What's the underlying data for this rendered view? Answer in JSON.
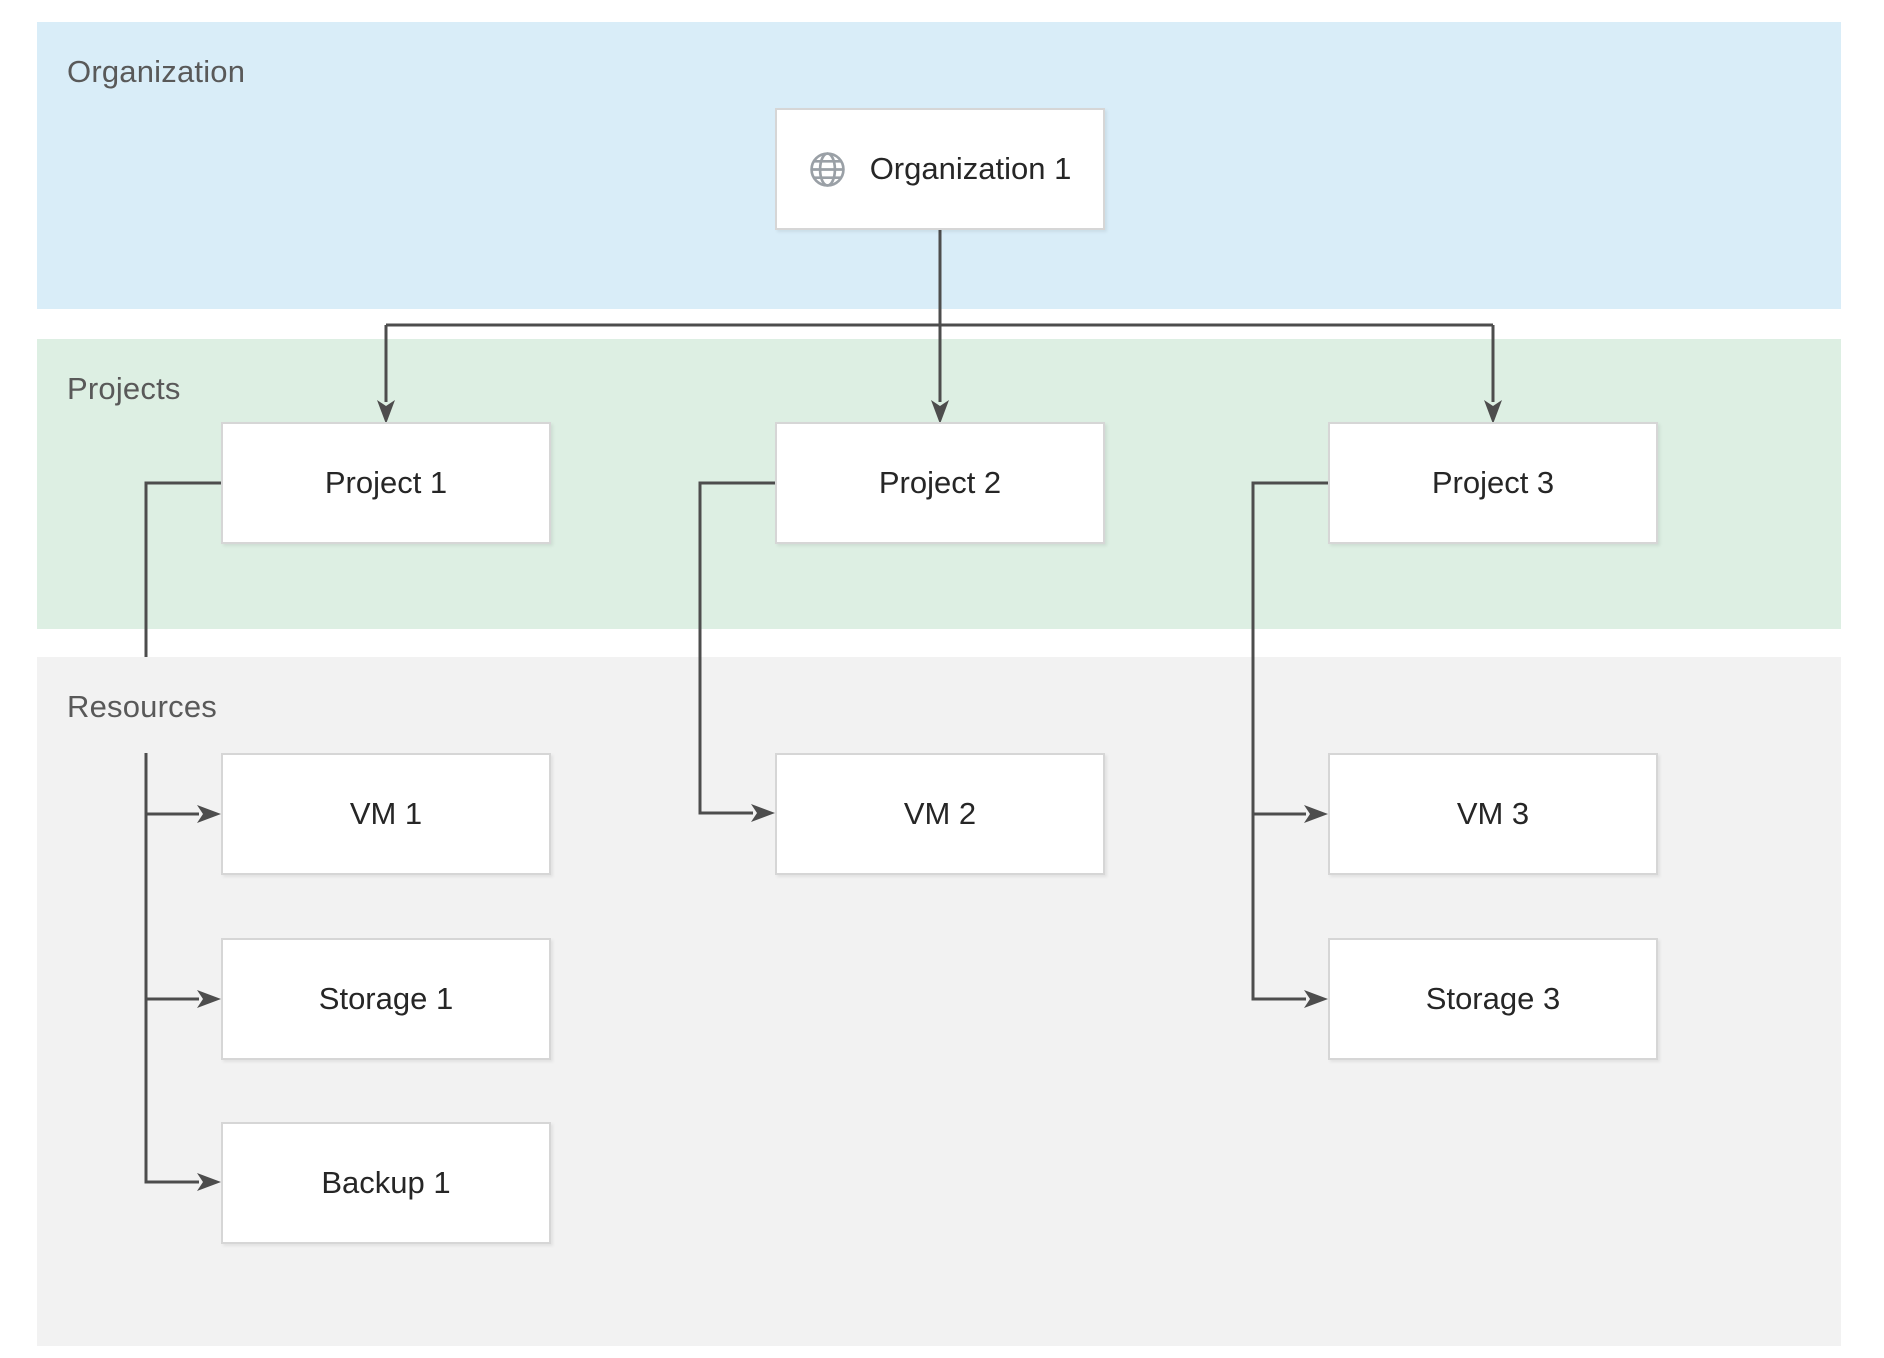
{
  "diagram": {
    "title": "Organization / Projects / Resources hierarchy diagram"
  },
  "bands": [
    {
      "id": "organization",
      "label": "Organization",
      "color": "#d9edf8"
    },
    {
      "id": "projects",
      "label": "Projects",
      "color": "#ddefe3"
    },
    {
      "id": "resources",
      "label": "Resources",
      "color": "#f2f2f2"
    }
  ],
  "nodes": {
    "org1": {
      "label": "Organization 1",
      "icon": "globe-icon",
      "band": "organization"
    },
    "project1": {
      "label": "Project 1",
      "band": "projects"
    },
    "project2": {
      "label": "Project 2",
      "band": "projects"
    },
    "project3": {
      "label": "Project 3",
      "band": "projects"
    },
    "vm1": {
      "label": "VM 1",
      "band": "resources"
    },
    "storage1": {
      "label": "Storage 1",
      "band": "resources"
    },
    "backup1": {
      "label": "Backup 1",
      "band": "resources"
    },
    "vm2": {
      "label": "VM 2",
      "band": "resources"
    },
    "vm3": {
      "label": "VM 3",
      "band": "resources"
    },
    "storage3": {
      "label": "Storage 3",
      "band": "resources"
    }
  },
  "edges": [
    {
      "from": "org1",
      "to": "project1"
    },
    {
      "from": "org1",
      "to": "project2"
    },
    {
      "from": "org1",
      "to": "project3"
    },
    {
      "from": "project1",
      "to": "vm1"
    },
    {
      "from": "project1",
      "to": "storage1"
    },
    {
      "from": "project1",
      "to": "backup1"
    },
    {
      "from": "project2",
      "to": "vm2"
    },
    {
      "from": "project3",
      "to": "vm3"
    },
    {
      "from": "project3",
      "to": "storage3"
    }
  ],
  "colors": {
    "edge": "#4d4d4d",
    "band_label_text": "#595959",
    "node_text": "#262626",
    "node_border": "#d6d6d6",
    "node_fill": "#ffffff",
    "globe_icon": "#9aa0a6",
    "page_background": "#ffffff"
  }
}
